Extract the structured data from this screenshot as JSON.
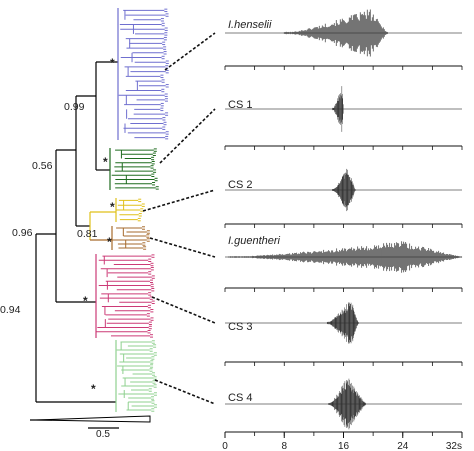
{
  "colors": {
    "clade_henselii": "#6f6fcf",
    "clade_cs1": "#1e6b1e",
    "clade_cs2": "#e0c01a",
    "clade_guentheri": "#a66a2c",
    "clade_cs3": "#cc3a76",
    "clade_cs4": "#8fd08f",
    "backbone": "#000000",
    "oscillogram": "#333333"
  },
  "tree": {
    "node_supports": [
      "0.99",
      "0.56",
      "0.96",
      "0.81",
      "0.94"
    ],
    "star_symbol": "*",
    "scale_bar_label": "0.5"
  },
  "oscillograms": [
    {
      "label": "I.henselii",
      "italic": true,
      "start": 8.0,
      "end": 22.0,
      "peak": 19.5,
      "amplitude": 0.95,
      "style": "long"
    },
    {
      "label": "CS 1",
      "italic": false,
      "start": 14.5,
      "end": 16.0,
      "peak": 15.8,
      "amplitude": 0.92,
      "style": "short"
    },
    {
      "label": "CS 2",
      "italic": false,
      "start": 14.5,
      "end": 17.6,
      "peak": 16.6,
      "amplitude": 0.95,
      "style": "short"
    },
    {
      "label": "I.guentheri",
      "italic": true,
      "start": 0.5,
      "end": 32.0,
      "peak": 24.0,
      "amplitude": 0.9,
      "style": "long"
    },
    {
      "label": "CS 3",
      "italic": false,
      "start": 13.8,
      "end": 18.0,
      "peak": 17.0,
      "amplitude": 1.0,
      "style": "short"
    },
    {
      "label": "CS 4",
      "italic": false,
      "start": 14.0,
      "end": 19.0,
      "peak": 16.5,
      "amplitude": 1.0,
      "style": "short"
    }
  ],
  "time_axis": {
    "ticks": [
      0,
      8,
      16,
      24,
      32
    ],
    "tick_labels": [
      "0",
      "8",
      "16",
      "24",
      "32"
    ],
    "unit": "s",
    "range": [
      0,
      32
    ]
  }
}
